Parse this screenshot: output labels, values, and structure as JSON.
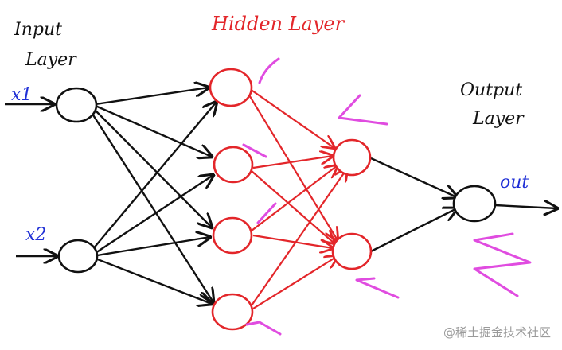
{
  "labels": {
    "input_layer_line1": "Input",
    "input_layer_line2": "Layer",
    "hidden_layer": "Hidden Layer",
    "output_layer_line1": "Output",
    "output_layer_line2": "Layer",
    "x1": "x1",
    "x2": "x2",
    "out": "out"
  },
  "watermark": "@稀土掘金技术社区",
  "colors": {
    "black": "#111111",
    "red": "#e3262a",
    "blue": "#1f2fd6",
    "magenta": "#e04ce0"
  }
}
